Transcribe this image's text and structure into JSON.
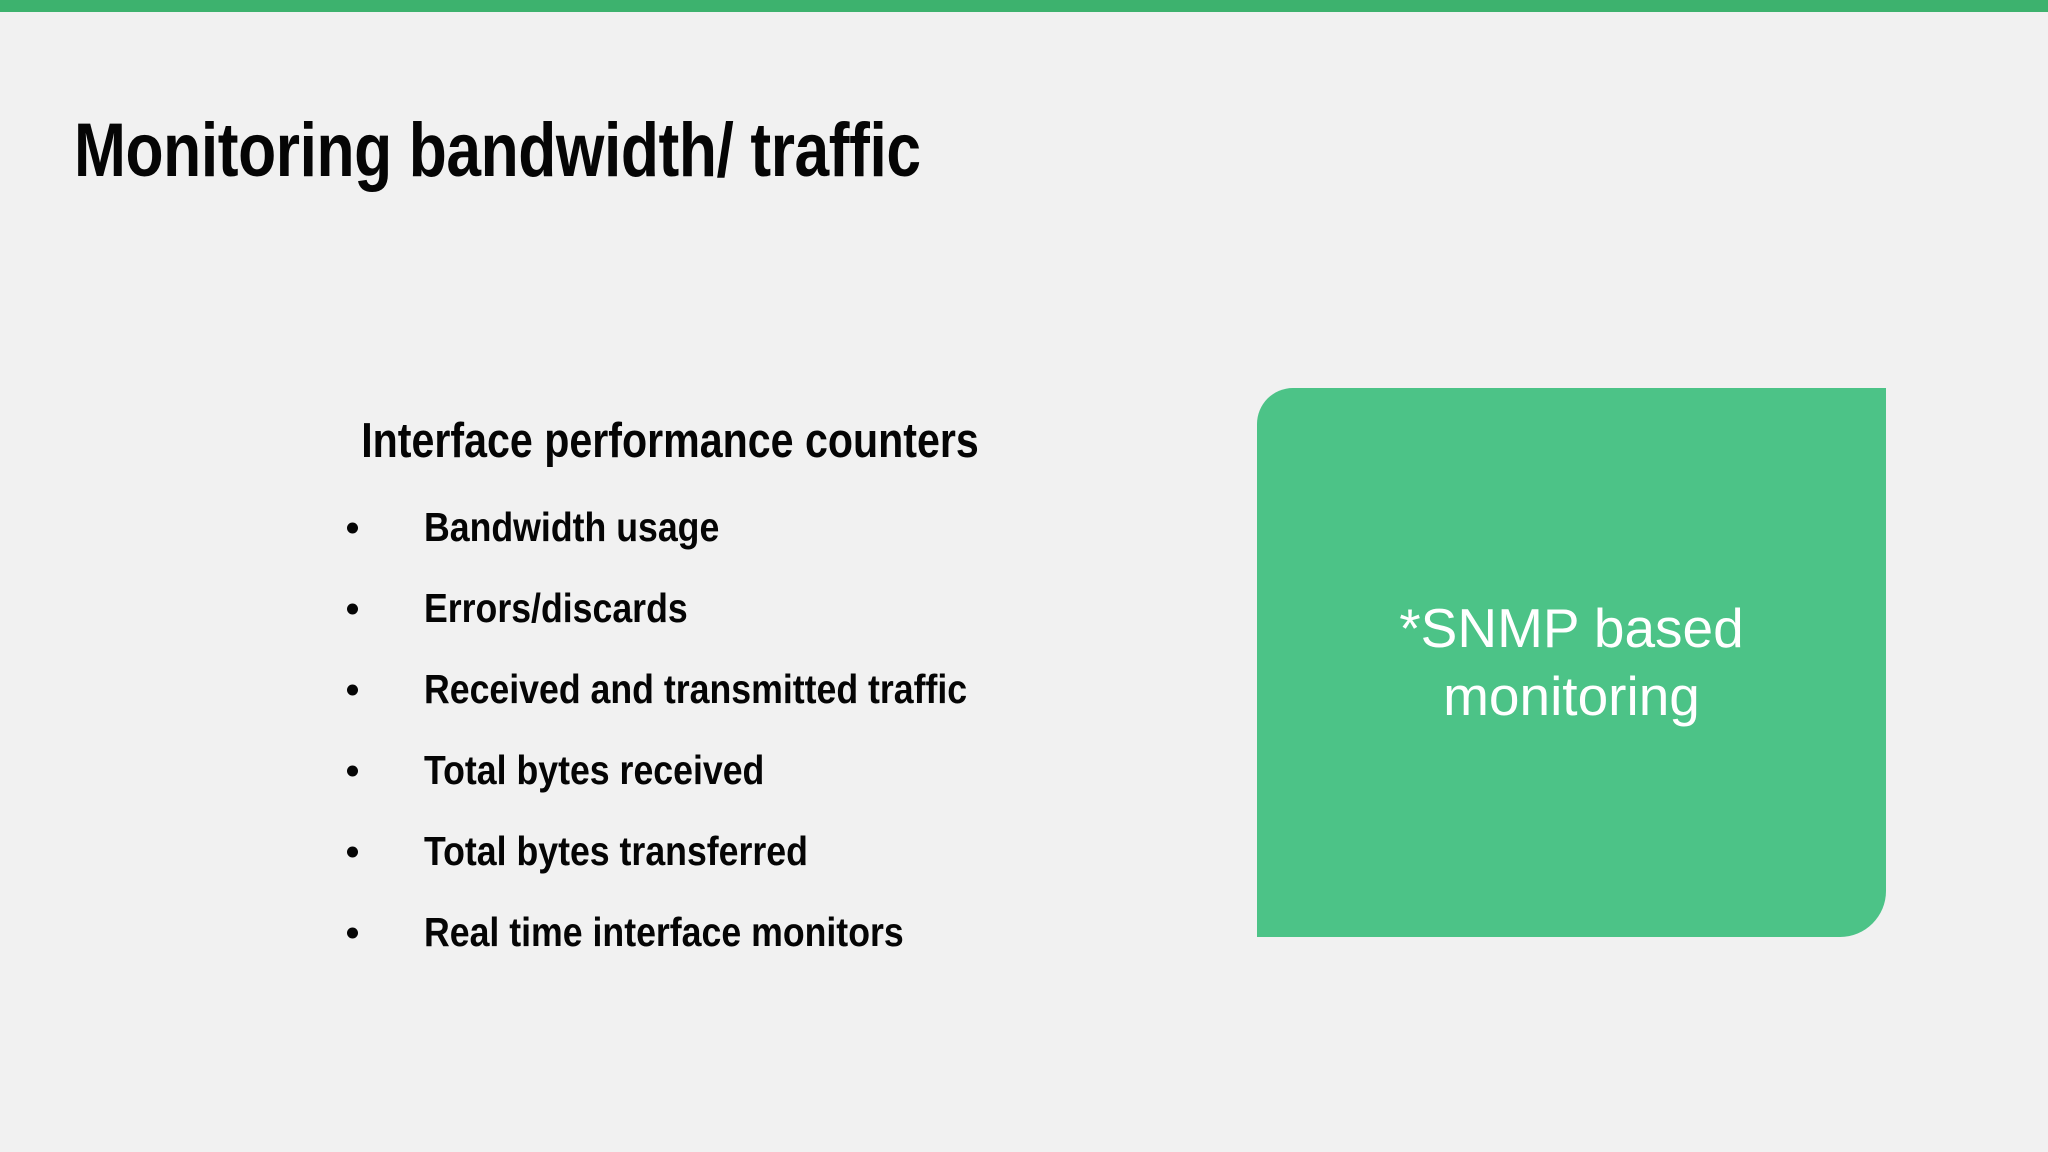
{
  "slide": {
    "title": "Monitoring bandwidth/ traffic",
    "background_color": "#f1f1f1",
    "accent_bar_color": "#3db26e"
  },
  "counters": {
    "heading": "Interface performance counters",
    "items": [
      {
        "label": "Bandwidth usage"
      },
      {
        "label": "Errors/discards"
      },
      {
        "label": "Received and transmitted traffic"
      },
      {
        "label": "Total bytes received"
      },
      {
        "label": "Total bytes transferred"
      },
      {
        "label": "Real time interface monitors"
      }
    ]
  },
  "callout": {
    "text": "*SNMP based\nmonitoring",
    "background_color": "#4cc387",
    "text_color": "#ffffff"
  }
}
